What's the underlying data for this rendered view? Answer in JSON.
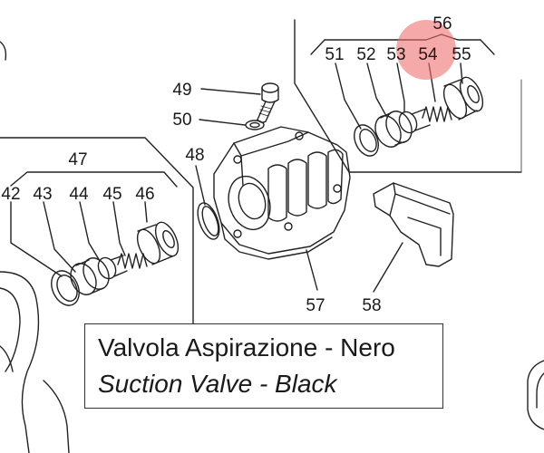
{
  "diagram": {
    "part_numbers": {
      "p42": "42",
      "p43": "43",
      "p44": "44",
      "p45": "45",
      "p46": "46",
      "p47": "47",
      "p48": "48",
      "p49": "49",
      "p50": "50",
      "p51": "51",
      "p52": "52",
      "p53": "53",
      "p54": "54",
      "p55": "55",
      "p56": "56",
      "p57": "57",
      "p58": "58"
    },
    "highlight_color": "#f07070",
    "highlighted_part": "54",
    "caption": {
      "italian": "Valvola Aspirazione - Nero",
      "english": "Suction Valve - Black"
    }
  }
}
